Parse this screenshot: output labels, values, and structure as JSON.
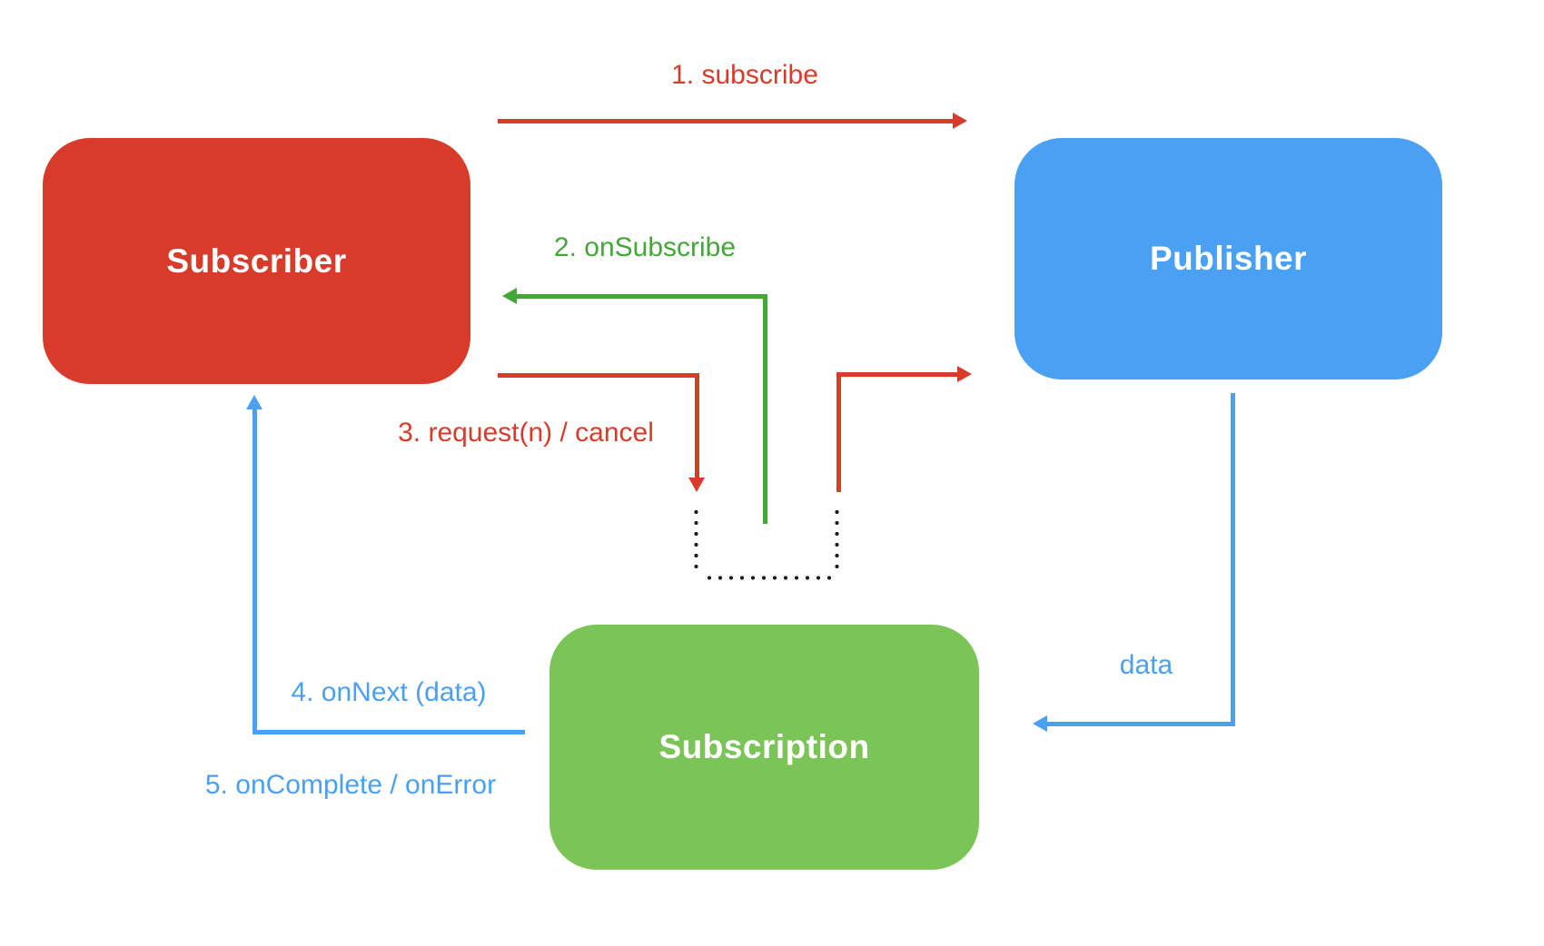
{
  "diagram": {
    "nodes": [
      {
        "id": "subscriber",
        "label": "Subscriber"
      },
      {
        "id": "publisher",
        "label": "Publisher"
      },
      {
        "id": "subscription",
        "label": "Subscription"
      }
    ],
    "edges": [
      {
        "id": "subscribe",
        "label": "1. subscribe",
        "from": "subscriber",
        "to": "publisher",
        "color": "red"
      },
      {
        "id": "on-subscribe",
        "label": "2. onSubscribe",
        "from": "subscription",
        "to": "subscriber",
        "color": "green"
      },
      {
        "id": "request-cancel",
        "label": "3. request(n) / cancel",
        "from": "subscriber",
        "to": "subscription, publisher",
        "color": "red"
      },
      {
        "id": "data",
        "label": "data",
        "from": "publisher",
        "to": "subscription",
        "color": "blue"
      },
      {
        "id": "on-next",
        "label": "4. onNext (data)",
        "from": "subscription",
        "to": "subscriber",
        "color": "blue"
      },
      {
        "id": "on-complete",
        "label": "5. onComplete / onError",
        "from": "subscription",
        "to": "subscriber",
        "color": "blue"
      }
    ]
  },
  "theme": {
    "background": "#ffffff",
    "node_subscriber": "#d93b2b",
    "node_publisher": "#4aa0f2",
    "node_subscription": "#7bc558",
    "node_label": "#ffffff",
    "arrow_red": "#d93b2b",
    "arrow_green": "#45a63a",
    "arrow_blue": "#4aa0f2",
    "dotted": "#1c1c1c"
  }
}
